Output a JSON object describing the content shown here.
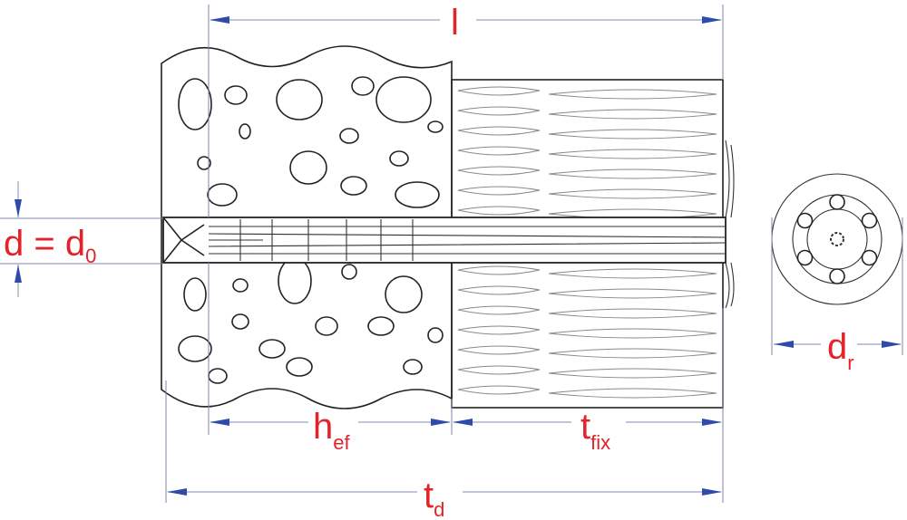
{
  "labels": {
    "length": "l",
    "diameter_main": "d = d",
    "diameter_sub": "0",
    "embedment_main": "h",
    "embedment_sub": "ef",
    "fixture_main": "t",
    "fixture_sub": "fix",
    "drill_depth_main": "t",
    "drill_depth_sub": "d",
    "plate_diameter_main": "d",
    "plate_diameter_sub": "r"
  },
  "colors": {
    "label": "#e3232a",
    "arrow": "#2f4aa8"
  }
}
